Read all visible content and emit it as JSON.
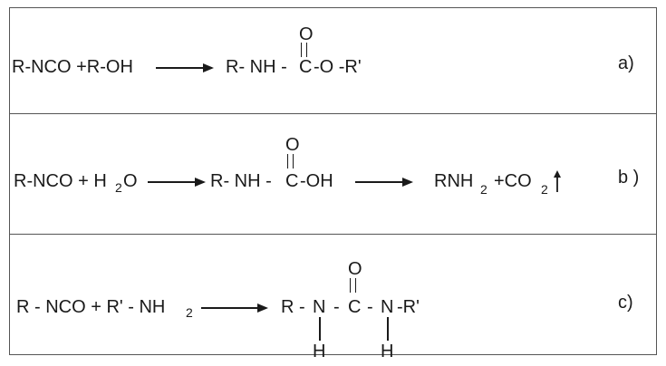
{
  "reactions": [
    {
      "reactants": "R-NCO +R-OH",
      "product": {
        "left": "R- NH -",
        "carbon": "C",
        "right": "-O -R'",
        "oxygen": "O"
      },
      "label": "a)"
    },
    {
      "reactants_a": "R-NCO + H",
      "reactants_sub": "2",
      "reactants_b": "O",
      "product": {
        "left": "R- NH -",
        "carbon": "C",
        "right": "-OH",
        "oxygen": "O"
      },
      "final_a": "RNH",
      "final_sub1": "2",
      "final_b": "+CO",
      "final_sub2": "2",
      "label": "b )"
    },
    {
      "reactants_a": "R - NCO + R' - NH",
      "reactants_sub": "2",
      "product": {
        "r": "R -",
        "n1": "N",
        "dash1": "-",
        "carbon": "C",
        "dash2": "-",
        "n2": "N",
        "right": "-R'",
        "oxygen": "O",
        "h1": "H",
        "h2": "H"
      },
      "label": "c)"
    }
  ]
}
